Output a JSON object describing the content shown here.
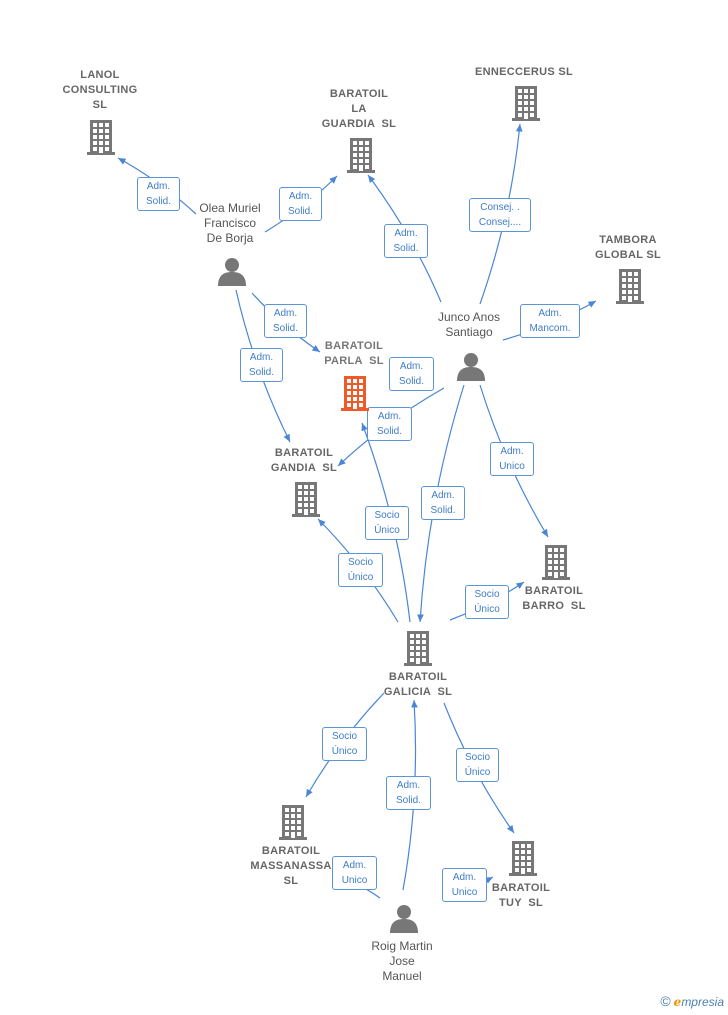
{
  "colors": {
    "edge": "#4a86d4",
    "node": "#777777",
    "focus": "#f05a28"
  },
  "nodes": {
    "lanol": {
      "label": "LANOL CONSULTING SL",
      "lines": [
        "LANOL",
        "CONSULTING",
        "SL"
      ],
      "kind": "company"
    },
    "guardia": {
      "label": "BARATOIL LA GUARDIA SL",
      "lines": [
        "BARATOIL",
        "LA",
        "GUARDIA  SL"
      ],
      "kind": "company"
    },
    "enneccerus": {
      "label": "ENNECCERUS SL",
      "lines": [
        "ENNECCERUS SL"
      ],
      "kind": "company"
    },
    "tambora": {
      "label": "TAMBORA GLOBAL SL",
      "lines": [
        "TAMBORA",
        "GLOBAL SL"
      ],
      "kind": "company"
    },
    "olea": {
      "label": "Olea Muriel Francisco De Borja",
      "lines": [
        "Olea Muriel",
        "Francisco",
        "De Borja"
      ],
      "kind": "person"
    },
    "junco": {
      "label": "Junco Anos Santiago",
      "lines": [
        "Junco Anos",
        "Santiago"
      ],
      "kind": "person"
    },
    "parla": {
      "label": "BARATOIL PARLA SL",
      "lines": [
        "BARATOIL",
        "PARLA  SL"
      ],
      "kind": "focus"
    },
    "gandia": {
      "label": "BARATOIL GANDIA SL",
      "lines": [
        "BARATOIL",
        "GANDIA  SL"
      ],
      "kind": "company"
    },
    "barro": {
      "label": "BARATOIL BARRO SL",
      "lines": [
        "BARATOIL",
        "BARRO  SL"
      ],
      "kind": "company"
    },
    "galicia": {
      "label": "BARATOIL GALICIA SL",
      "lines": [
        "BARATOIL",
        "GALICIA  SL"
      ],
      "kind": "company"
    },
    "massanassa": {
      "label": "BARATOIL MASSANASSA SL",
      "lines": [
        "BARATOIL",
        "MASSANASSA",
        "SL"
      ],
      "kind": "company"
    },
    "tuy": {
      "label": "BARATOIL TUY SL",
      "lines": [
        "BARATOIL",
        "TUY  SL"
      ],
      "kind": "company"
    },
    "roig": {
      "label": "Roig Martin Jose Manuel",
      "lines": [
        "Roig Martin",
        "Jose",
        "Manuel"
      ],
      "kind": "person"
    }
  },
  "edges": [
    {
      "from": "olea",
      "to": "lanol",
      "lines": [
        "Adm.",
        "Solid."
      ]
    },
    {
      "from": "olea",
      "to": "guardia",
      "lines": [
        "Adm.",
        "Solid."
      ]
    },
    {
      "from": "olea",
      "to": "parla",
      "lines": [
        "Adm.",
        "Solid."
      ]
    },
    {
      "from": "olea",
      "to": "gandia",
      "lines": [
        "Adm.",
        "Solid."
      ]
    },
    {
      "from": "junco",
      "to": "guardia",
      "lines": [
        "Adm.",
        "Solid."
      ]
    },
    {
      "from": "junco",
      "to": "enneccerus",
      "lines": [
        "Consej. .",
        "Consej...."
      ]
    },
    {
      "from": "junco",
      "to": "tambora",
      "lines": [
        "Adm.",
        "Mancom."
      ]
    },
    {
      "from": "junco",
      "to": "parla",
      "lines": [
        "Adm.",
        "Solid."
      ]
    },
    {
      "from": "junco",
      "to": "gandia",
      "lines": [
        "Adm.",
        "Solid."
      ]
    },
    {
      "from": "junco",
      "to": "galicia",
      "lines": [
        "Adm.",
        "Solid."
      ]
    },
    {
      "from": "junco",
      "to": "barro",
      "lines": [
        "Adm.",
        "Unico"
      ]
    },
    {
      "from": "galicia",
      "to": "parla",
      "lines": [
        "Socio",
        "Único"
      ]
    },
    {
      "from": "galicia",
      "to": "gandia",
      "lines": [
        "Socio",
        "Único"
      ]
    },
    {
      "from": "galicia",
      "to": "barro",
      "lines": [
        "Socio",
        "Único"
      ]
    },
    {
      "from": "galicia",
      "to": "massanassa",
      "lines": [
        "Socio",
        "Único"
      ]
    },
    {
      "from": "galicia",
      "to": "tuy",
      "lines": [
        "Socio",
        "Único"
      ]
    },
    {
      "from": "roig",
      "to": "galicia",
      "lines": [
        "Adm.",
        "Solid."
      ]
    },
    {
      "from": "roig",
      "to": "massanassa",
      "lines": [
        "Adm.",
        "Unico"
      ]
    },
    {
      "from": "roig",
      "to": "tuy",
      "lines": [
        "Adm.",
        "Unico"
      ]
    }
  ],
  "footer": {
    "copyright": "©",
    "brand_initial": "e",
    "brand_rest": "mpresia"
  }
}
